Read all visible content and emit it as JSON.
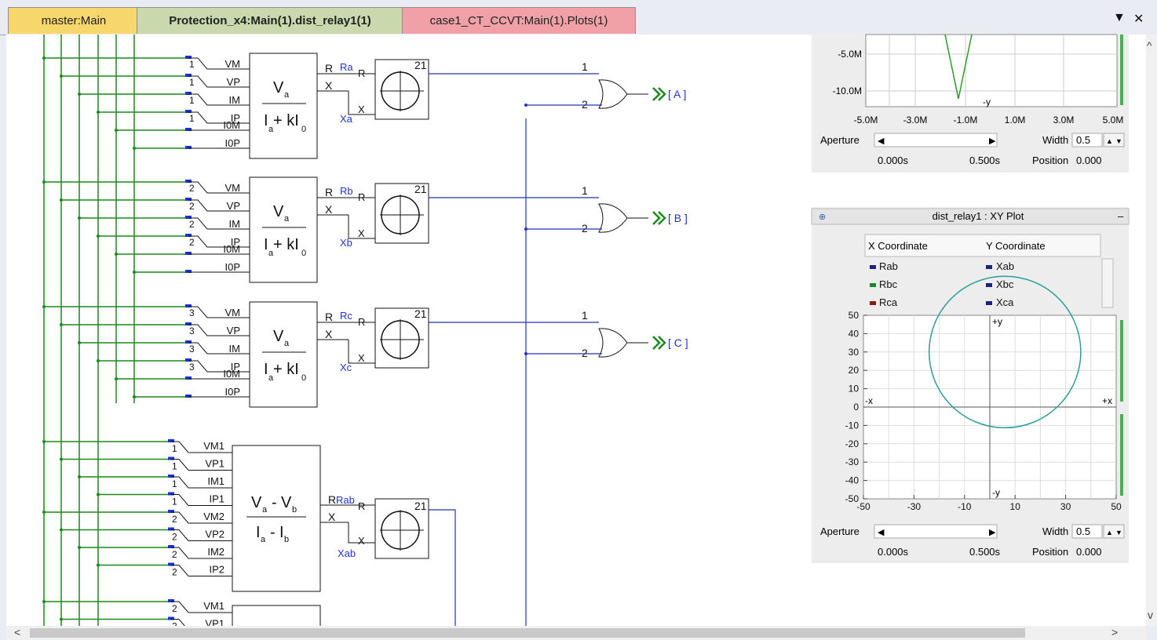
{
  "tabs": [
    {
      "label": "master:Main"
    },
    {
      "label": "Protection_x4:Main(1).dist_relay1(1)"
    },
    {
      "label": "case1_CT_CCVT:Main(1).Plots(1)"
    }
  ],
  "tab_controls": {
    "dropdown": "▼",
    "close": "✕"
  },
  "scroll": {
    "up": "^",
    "down": "v",
    "left": "<",
    "right": ">"
  },
  "inputs": {
    "row1": [
      "VM",
      "VP",
      "IM",
      "IP",
      "I0M",
      "I0P"
    ],
    "row2": [
      "VM1",
      "VP1",
      "IM1",
      "IP1",
      "VM2",
      "VP2",
      "IM2",
      "IP2"
    ],
    "row3": [
      "VM1",
      "VP1"
    ]
  },
  "phase_numbers": {
    "a": "1",
    "b": "2",
    "c": "3"
  },
  "block_phase": {
    "numerator": "V",
    "numerator_sub": "a",
    "den_i": "I",
    "den_i_sub": "a",
    "den_rest": "+ kI",
    "den_rest_sub": "0"
  },
  "block_ab": {
    "numerator": "V",
    "sub1": "a",
    "minus": "-",
    "numerator2": "V",
    "sub2": "b",
    "den1": "I",
    "dsub1": "a",
    "den2": "I",
    "dsub2": "b"
  },
  "relay": {
    "label": "21",
    "r": "R",
    "x": "X"
  },
  "signals": {
    "ra": "Ra",
    "xa": "Xa",
    "rb": "Rb",
    "xb": "Xb",
    "rc": "Rc",
    "xc": "Xc",
    "rab": "Rab",
    "xab": "Xab"
  },
  "gate_inputs": {
    "in1": "1",
    "in2": "2"
  },
  "outputs": {
    "a": "[ A ]",
    "b": "[ B ]",
    "c": "[ C ]"
  },
  "plot_top": {
    "y_ticks": [
      "-5.0M",
      "-10.0M"
    ],
    "x_ticks": [
      "-5.0M",
      "-3.0M",
      "-1.0M",
      "1.0M",
      "3.0M",
      "5.0M"
    ],
    "axis_label": "-y",
    "aperture_label": "Aperture",
    "width_label": "Width",
    "width_value": "0.5",
    "time_start": "0.000s",
    "time_end": "0.500s",
    "position_label": "Position",
    "position_value": "0.000"
  },
  "plot_xy": {
    "title": "dist_relay1 : XY Plot",
    "col_x": "X Coordinate",
    "col_y": "Y Coordinate",
    "legend": [
      {
        "x": "Rab",
        "y": "Xab",
        "color": "#1a237e"
      },
      {
        "x": "Rbc",
        "y": "Xbc",
        "color": "#1b8a1b"
      },
      {
        "x": "Rca",
        "y": "Xca",
        "color": "#8b1a1a"
      }
    ],
    "chart_data": {
      "type": "scatter",
      "x_ticks": [
        -50,
        -30,
        -10,
        10,
        30,
        50
      ],
      "y_ticks": [
        50,
        40,
        30,
        20,
        10,
        0,
        -10,
        -20,
        -30,
        -40,
        -50
      ],
      "xlim": [
        -50,
        50
      ],
      "ylim": [
        -50,
        50
      ],
      "axis_labels": {
        "pos_y": "+y",
        "neg_y": "-y",
        "neg_x": "-x",
        "pos_x": "+x"
      },
      "curve_color": "#2a9c9c",
      "circle": {
        "center": [
          6,
          30
        ],
        "radius": 30
      }
    },
    "aperture_label": "Aperture",
    "width_label": "Width",
    "width_value": "0.5",
    "time_start": "0.000s",
    "time_end": "0.500s",
    "position_label": "Position",
    "position_value": "0.000"
  }
}
